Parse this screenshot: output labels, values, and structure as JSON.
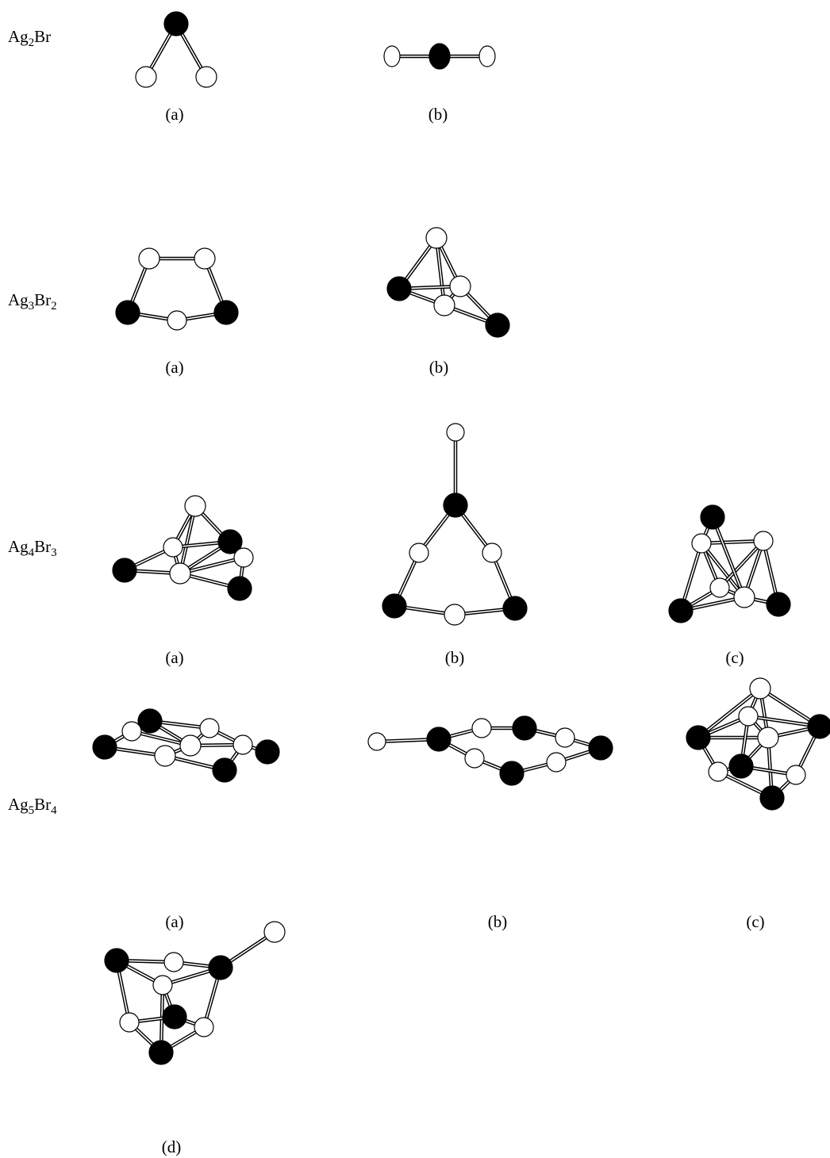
{
  "colors": {
    "ag": "#ffffff",
    "br": "#000000",
    "stroke": "#000000"
  },
  "atom_types": {
    "filled": "br",
    "open": "ag"
  },
  "rows": [
    {
      "id": "ag2br",
      "formula": {
        "e1": "Ag",
        "n1": "2",
        "e2": "Br",
        "n2": ""
      },
      "panels": [
        {
          "label": "(a)"
        },
        {
          "label": "(b)"
        }
      ]
    },
    {
      "id": "ag3br2",
      "formula": {
        "e1": "Ag",
        "n1": "3",
        "e2": "Br",
        "n2": "2"
      },
      "panels": [
        {
          "label": "(a)"
        },
        {
          "label": "(b)"
        }
      ]
    },
    {
      "id": "ag4br3",
      "formula": {
        "e1": "Ag",
        "n1": "4",
        "e2": "Br",
        "n2": "3"
      },
      "panels": [
        {
          "label": "(a)"
        },
        {
          "label": "(b)"
        },
        {
          "label": "(c)"
        }
      ]
    },
    {
      "id": "ag5br4",
      "formula": {
        "e1": "Ag",
        "n1": "5",
        "e2": "Br",
        "n2": "4"
      },
      "panels": [
        {
          "label": "(a)"
        },
        {
          "label": "(b)"
        },
        {
          "label": "(c)"
        },
        {
          "label": "(d)"
        }
      ]
    }
  ]
}
